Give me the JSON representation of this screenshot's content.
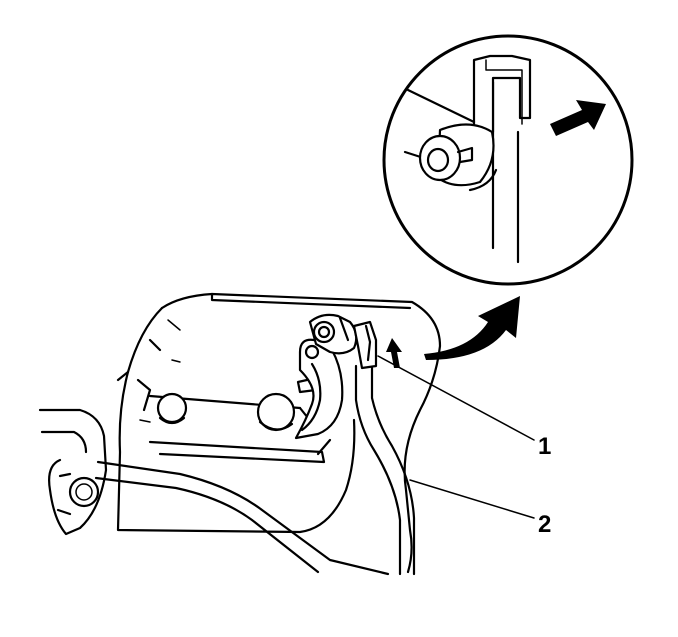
{
  "callouts": [
    {
      "id": "1",
      "label": "1"
    },
    {
      "id": "2",
      "label": "2"
    }
  ],
  "colors": {
    "line": "#000000",
    "background": "#ffffff"
  },
  "icons": [
    "direction-arrow-icon",
    "curved-arrow-icon",
    "small-arrow-icon"
  ]
}
